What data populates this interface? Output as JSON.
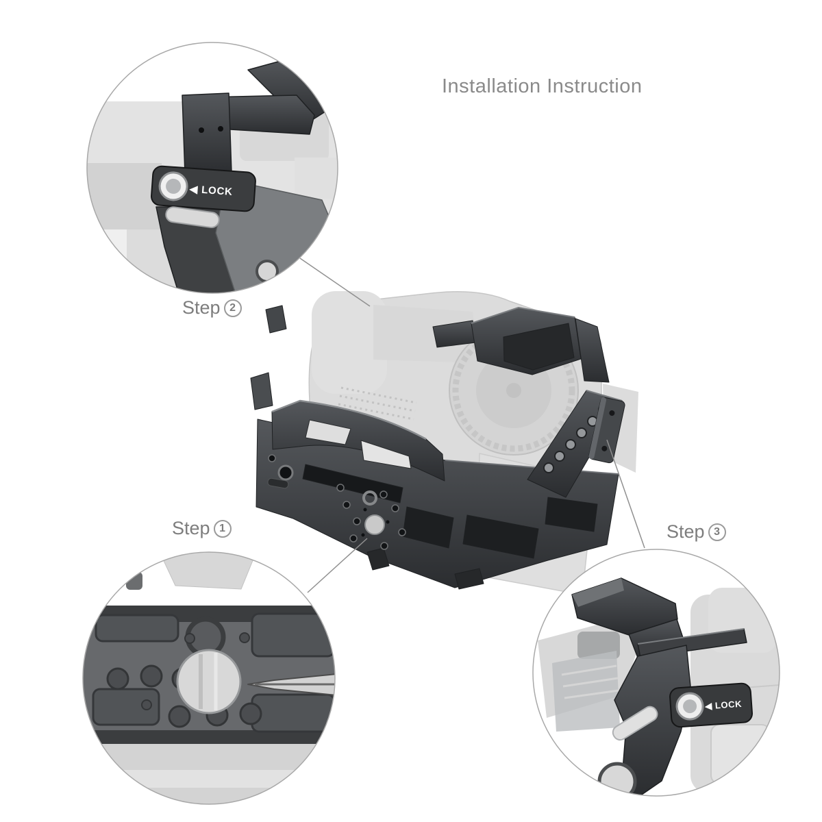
{
  "page": {
    "background": "#ffffff",
    "title": "Installation Instruction"
  },
  "product": {
    "name": "camera cage mounted on ghosted camera body",
    "colors": {
      "cage": "#3a3d40",
      "ghost_camera": "#d9d9d9"
    }
  },
  "callouts": {
    "step1": {
      "label": "Step",
      "number": "1",
      "position": "bottom-left",
      "depicts": "baseplate screw pattern close-up with hex tool"
    },
    "step2": {
      "label": "Step",
      "number": "2",
      "position": "top-left",
      "depicts": "top cable clamp close-up",
      "lock_label": "◀ LOCK"
    },
    "step3": {
      "label": "Step",
      "number": "3",
      "position": "bottom-right",
      "depicts": "side clamp close-up",
      "lock_label": "◀ LOCK"
    }
  },
  "colors": {
    "title_text": "#8a8a8a",
    "step_text": "#7d7d7d",
    "circle_stroke": "#a8a8a8",
    "leader_line": "#909090",
    "lock_plate": "#383a3c",
    "lock_text": "#ffffff"
  }
}
